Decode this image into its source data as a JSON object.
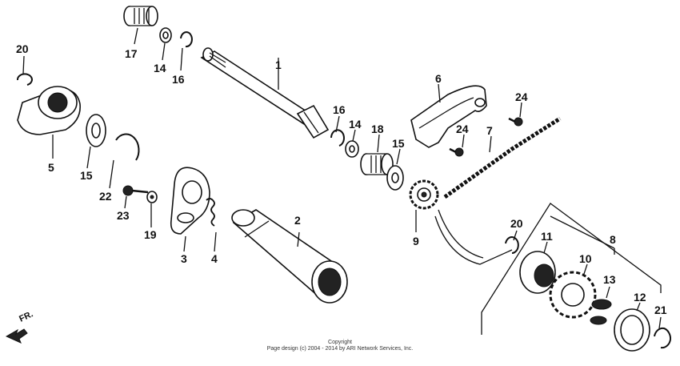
{
  "labels": {
    "p1": "1",
    "p2": "2",
    "p3": "3",
    "p4": "4",
    "p5": "5",
    "p6": "6",
    "p7": "7",
    "p8": "8",
    "p9": "9",
    "p10": "10",
    "p11": "11",
    "p12": "12",
    "p13": "13",
    "p14a": "14",
    "p14b": "14",
    "p15a": "15",
    "p15b": "15",
    "p16a": "16",
    "p16b": "16",
    "p17": "17",
    "p18": "18",
    "p19": "19",
    "p20a": "20",
    "p20b": "20",
    "p21": "21",
    "p22": "22",
    "p23": "23",
    "p24a": "24",
    "p24b": "24"
  },
  "direction": "FR.",
  "copyright": {
    "line1": "Copyright",
    "line2": "Page design (c) 2004 - 2014 by ARI Network Services, Inc."
  }
}
